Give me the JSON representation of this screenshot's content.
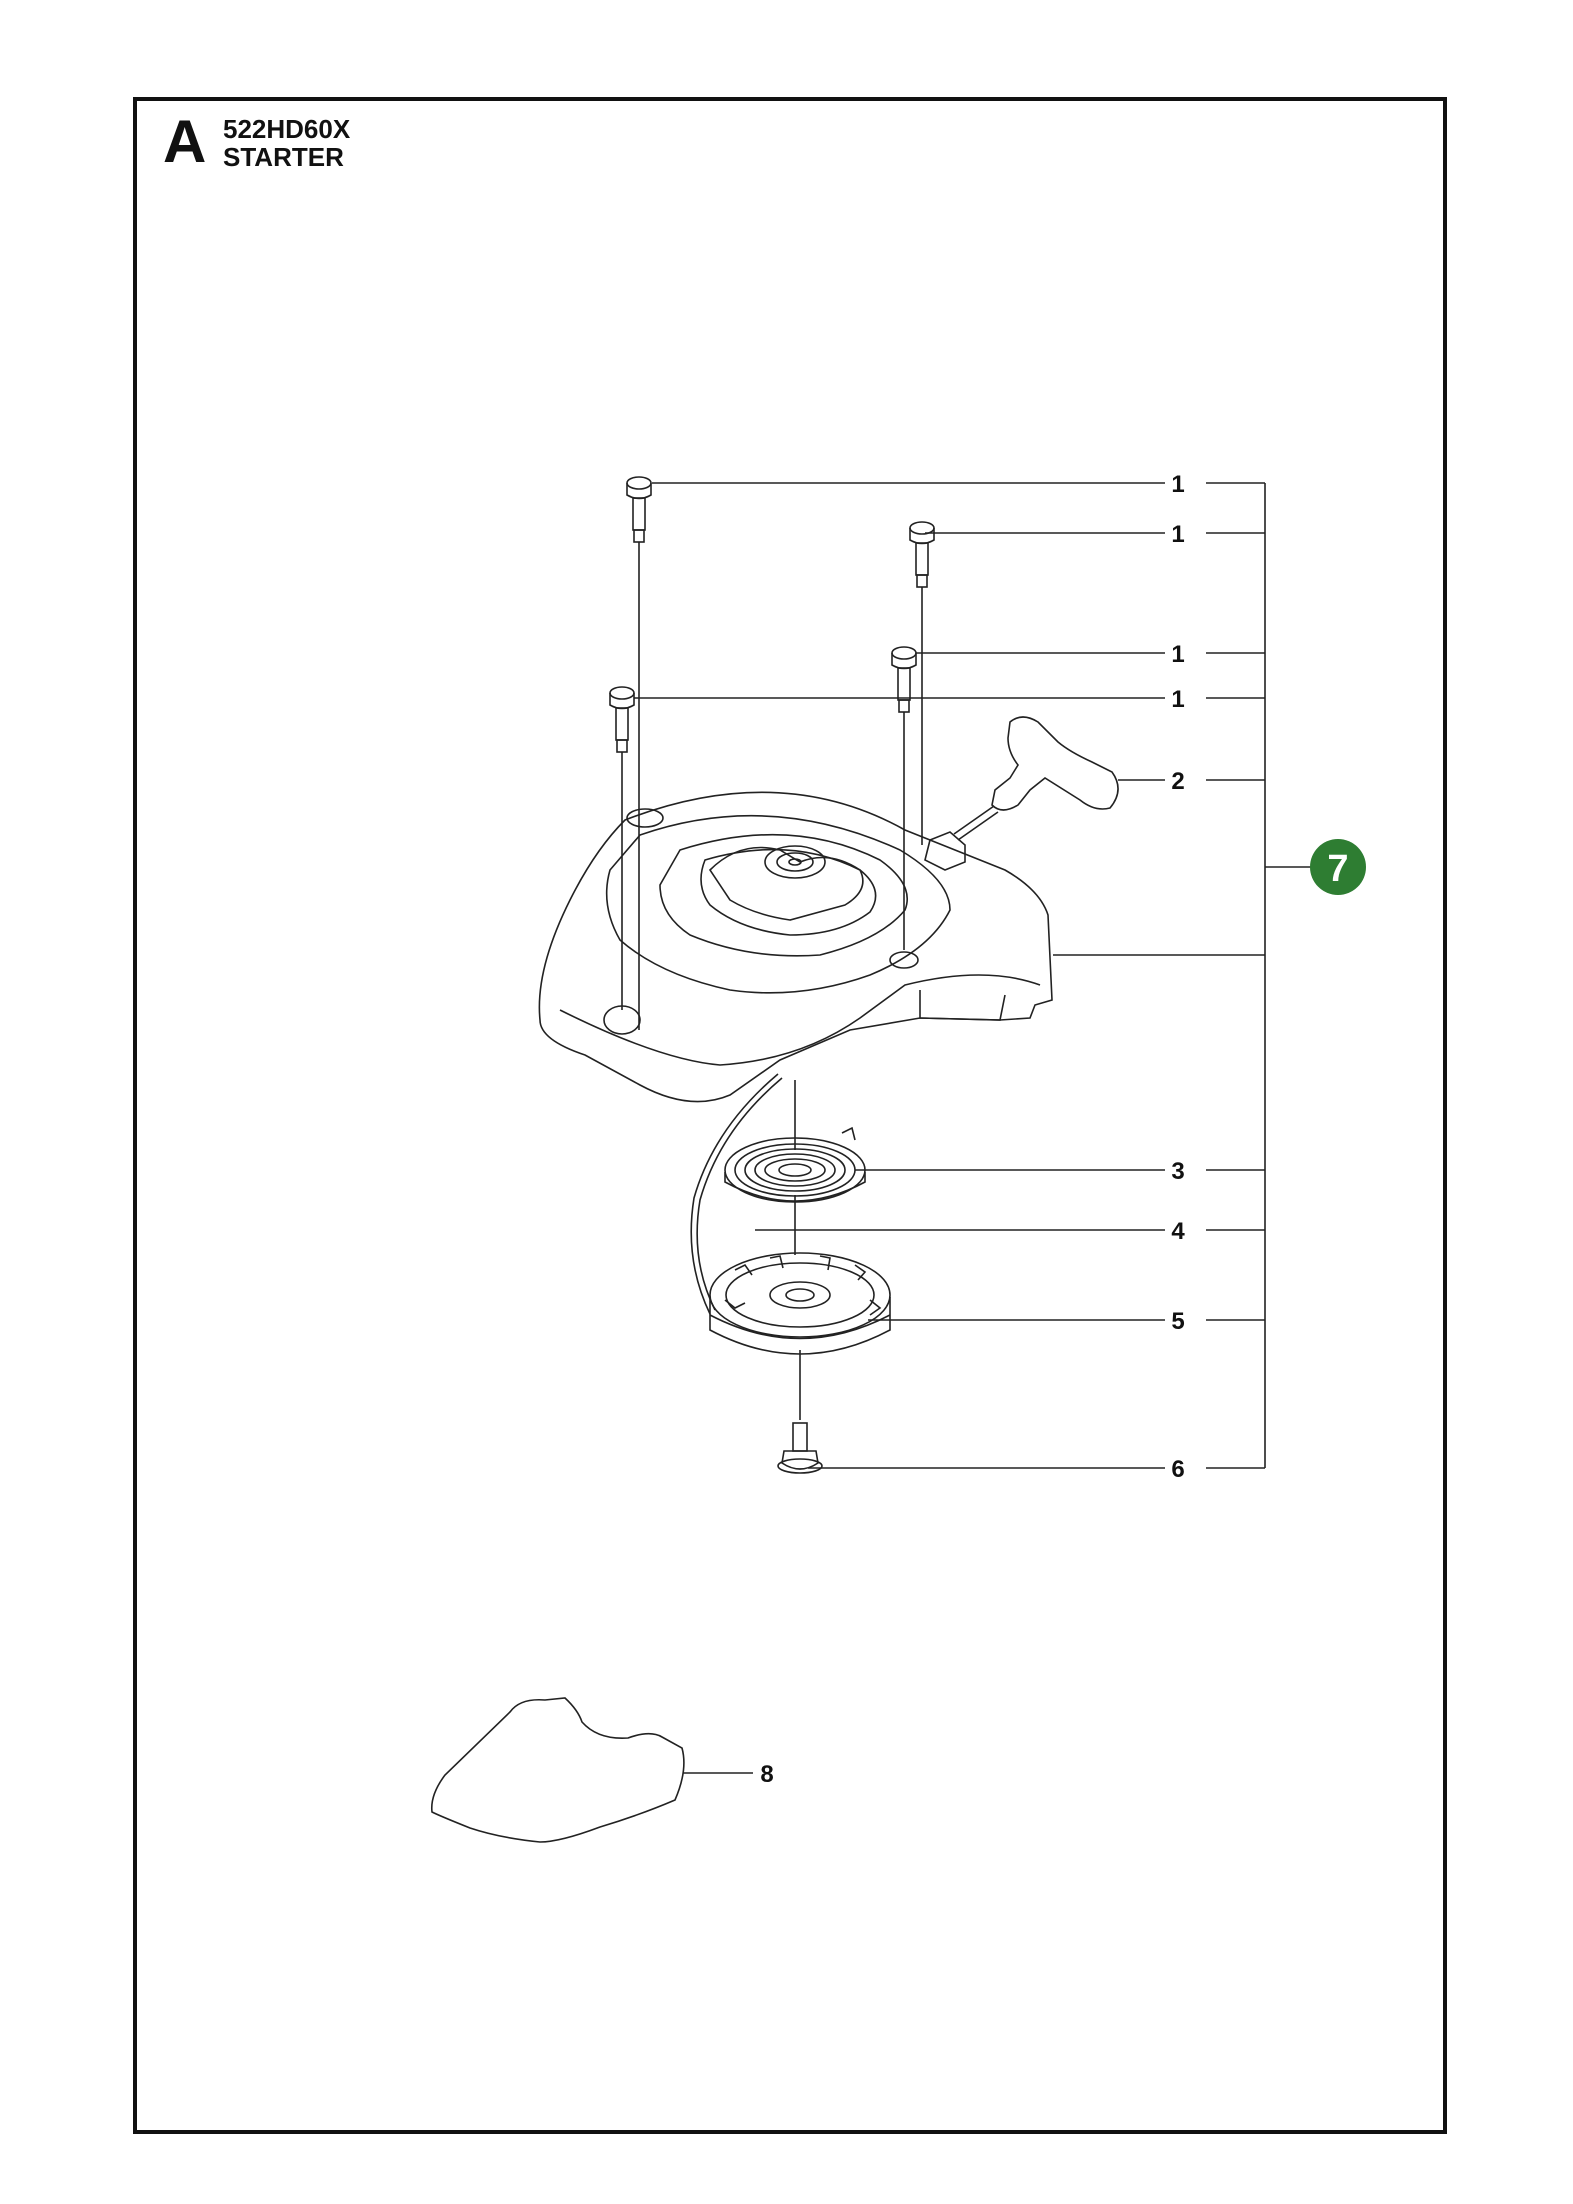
{
  "header": {
    "section_letter": "A",
    "model": "522HD60X",
    "title": "STARTER"
  },
  "callouts": [
    {
      "id": "c1a",
      "label": "1"
    },
    {
      "id": "c1b",
      "label": "1"
    },
    {
      "id": "c1c",
      "label": "1"
    },
    {
      "id": "c1d",
      "label": "1"
    },
    {
      "id": "c2",
      "label": "2"
    },
    {
      "id": "c3",
      "label": "3"
    },
    {
      "id": "c4",
      "label": "4"
    },
    {
      "id": "c5",
      "label": "5"
    },
    {
      "id": "c6",
      "label": "6"
    },
    {
      "id": "c8",
      "label": "8"
    }
  ],
  "assembly_badge": {
    "label": "7",
    "color": "#2e7d32"
  }
}
